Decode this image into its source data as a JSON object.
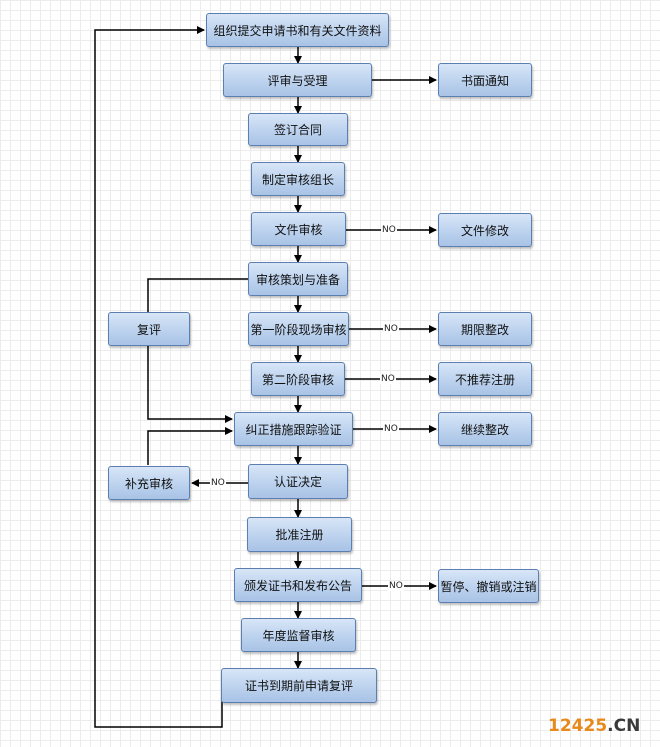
{
  "diagram": {
    "nodes": {
      "n1": "组织提交申请书和有关文件资料",
      "n2": "评审与受理",
      "n3": "签订合同",
      "n4": "制定审核组长",
      "n5": "文件审核",
      "n6": "审核策划与准备",
      "n7": "第一阶段现场审核",
      "n8": "第二阶段审核",
      "n9": "纠正措施跟踪验证",
      "n10": "认证决定",
      "n11": "批准注册",
      "n12": "颁发证书和发布公告",
      "n13": "年度监督审核",
      "n14": "证书到期前申请复评",
      "r1": "书面通知",
      "r2": "文件修改",
      "r3": "期限整改",
      "r4": "不推荐注册",
      "r5": "继续整改",
      "r6": "暂停、撤销或注销",
      "l1": "复评",
      "l2": "补充审核"
    },
    "edge_labels": {
      "no": "NO"
    }
  },
  "watermark": {
    "number": "12425",
    "suffix": ".CN"
  }
}
